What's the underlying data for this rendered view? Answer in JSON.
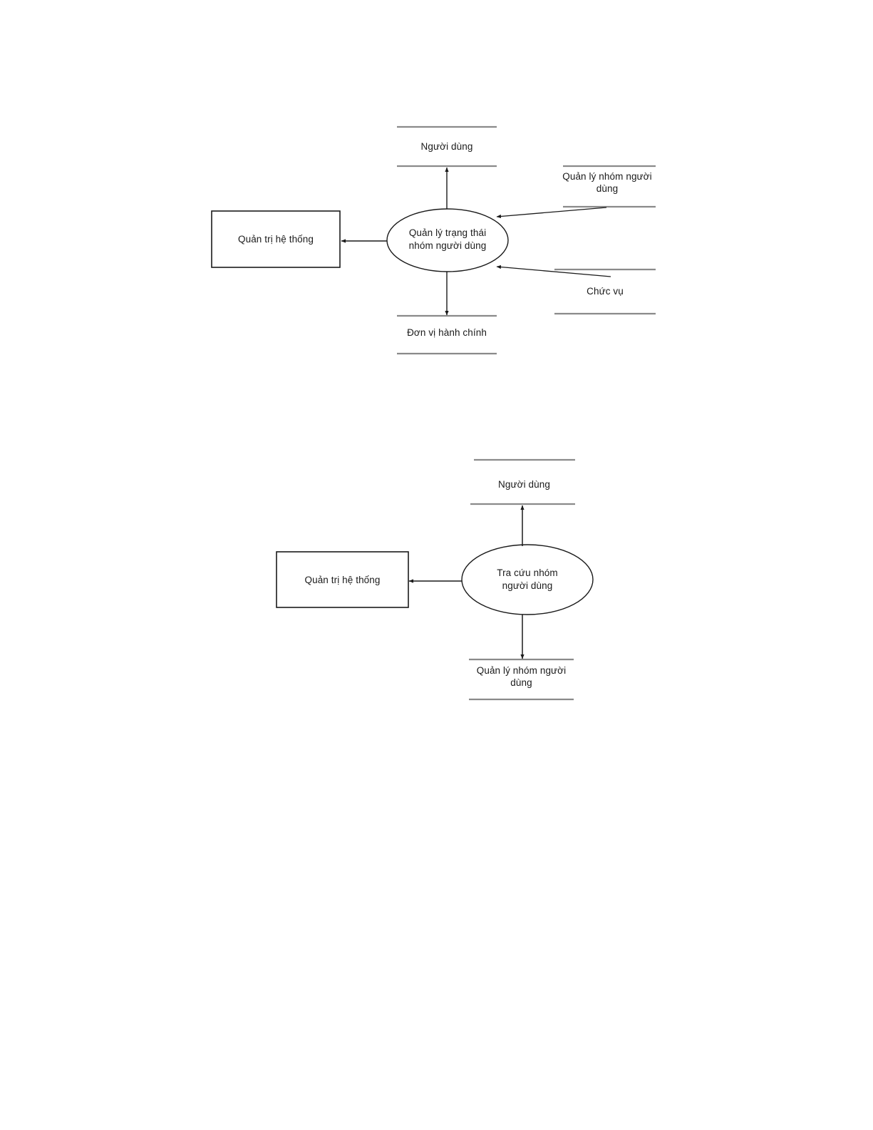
{
  "document": {
    "type": "data-flow-diagram-page",
    "background_color": "#ffffff",
    "line_color_shape": "#1a1a1a",
    "line_color_store": "#8a8a8a",
    "text_color": "#1a1a1a"
  },
  "diagrams": [
    {
      "id": "dfd-quan-ly-trang-thai-nhom-nguoi-dung",
      "process": {
        "label": "Quản lý trạng thái\nnhóm người dùng",
        "line1": "Quản lý trạng thái",
        "line2": "nhóm người dùng"
      },
      "external_entity": {
        "label": "Quản trị hệ thống"
      },
      "data_stores": [
        {
          "position": "top",
          "label": "Người dùng"
        },
        {
          "position": "right-upper",
          "label": "Quản lý nhóm người\ndùng",
          "line1": "Quản lý nhóm người",
          "line2": "dùng"
        },
        {
          "position": "right-lower",
          "label": "Chức vụ"
        },
        {
          "position": "bottom",
          "label": "Đơn vị hành chính"
        }
      ],
      "flows": [
        {
          "from": "process",
          "to": "Người dùng",
          "direction": "up"
        },
        {
          "from": "Quản lý nhóm người dùng",
          "to": "process",
          "direction": "left-down"
        },
        {
          "from": "Chức vụ",
          "to": "process",
          "direction": "left-up"
        },
        {
          "from": "process",
          "to": "Đơn vị hành chính",
          "direction": "down"
        },
        {
          "from": "process",
          "to": "Quản trị hệ thống",
          "direction": "left"
        }
      ]
    },
    {
      "id": "dfd-tra-cuu-nhom-nguoi-dung",
      "process": {
        "label": "Tra cứu nhóm\nngười dùng",
        "line1": "Tra cứu nhóm",
        "line2": "người dùng"
      },
      "external_entity": {
        "label": "Quản trị hệ thống"
      },
      "data_stores": [
        {
          "position": "top",
          "label": "Người dùng"
        },
        {
          "position": "bottom",
          "label": "Quản lý nhóm người\ndùng",
          "line1": "Quản lý nhóm người",
          "line2": "dùng"
        }
      ],
      "flows": [
        {
          "from": "process",
          "to": "Người dùng",
          "direction": "up"
        },
        {
          "from": "process",
          "to": "Quản lý nhóm người dùng",
          "direction": "down"
        },
        {
          "from": "process",
          "to": "Quản trị hệ thống",
          "direction": "left"
        }
      ]
    }
  ]
}
